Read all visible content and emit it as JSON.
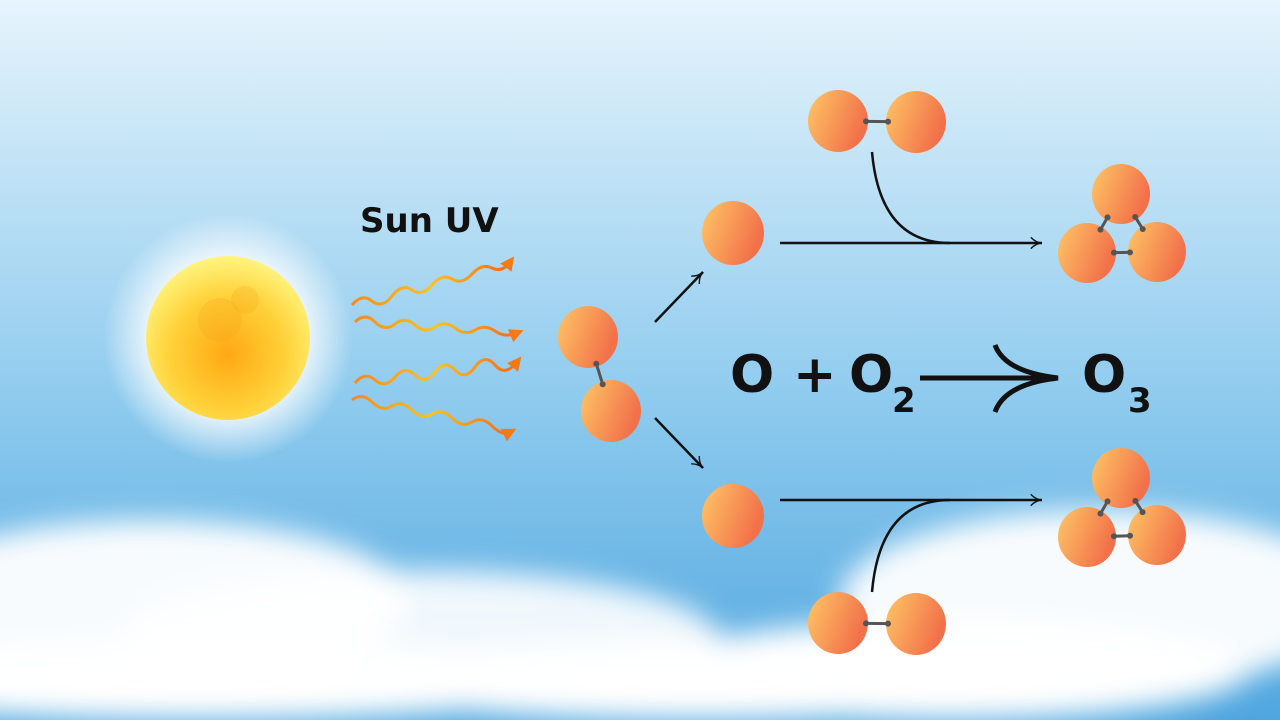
{
  "diagram": {
    "source_label": "Sun UV",
    "equation": {
      "reactant1": "O",
      "plus": "+",
      "reactant2": "O",
      "reactant2_subscript": "2",
      "product": "O",
      "product_subscript": "3"
    },
    "colors": {
      "sky_top": "#e3f2fb",
      "sky_bottom": "#5fb0e2",
      "atom_light": "#ffc766",
      "atom_dark": "#f2724a",
      "sun_core": "#ffb31a",
      "sun_edge": "#fff27a"
    }
  }
}
